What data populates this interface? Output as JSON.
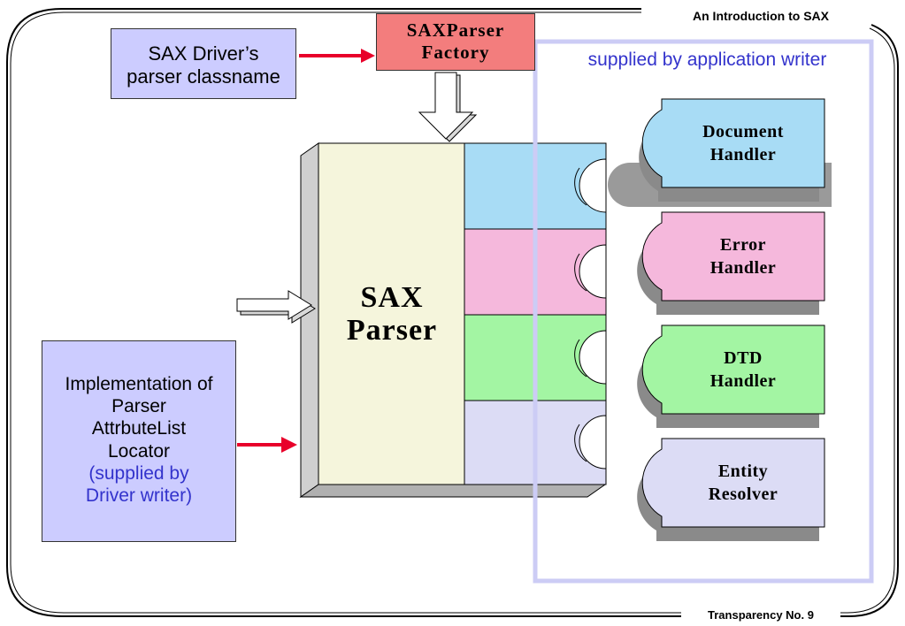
{
  "header": {
    "title": "An Introduction to SAX"
  },
  "footer": {
    "title": "Transparency No. 9"
  },
  "driver_box": {
    "lines": [
      "SAX Driver’s",
      "parser classname"
    ]
  },
  "factory": {
    "line1": "SAXParser",
    "line2": "Factory"
  },
  "supplied_label": "supplied by application writer",
  "parser": {
    "line1": "SAX",
    "line2": "Parser"
  },
  "impl_box": {
    "lines": [
      "Implementation of",
      "Parser",
      "AttrbuteList",
      "Locator"
    ],
    "note_lines": [
      "(supplied by",
      "Driver writer)"
    ]
  },
  "handlers": [
    {
      "line1": "Document",
      "line2": "Handler",
      "color": "#a8dcf5"
    },
    {
      "line1": "Error",
      "line2": "Handler",
      "color": "#f5b8dc"
    },
    {
      "line1": "DTD",
      "line2": "Handler",
      "color": "#a3f5a3"
    },
    {
      "line1": "Entity",
      "line2": "Resolver",
      "color": "#dcdcf5"
    }
  ],
  "colors": {
    "box_blue": "#ccccff",
    "factory_red": "#f37d7d",
    "parser_cream": "#f5f5dc",
    "arrow_red": "#e8002a",
    "note_blue": "#3333cc",
    "frame_lavender": "#ccccf5"
  }
}
